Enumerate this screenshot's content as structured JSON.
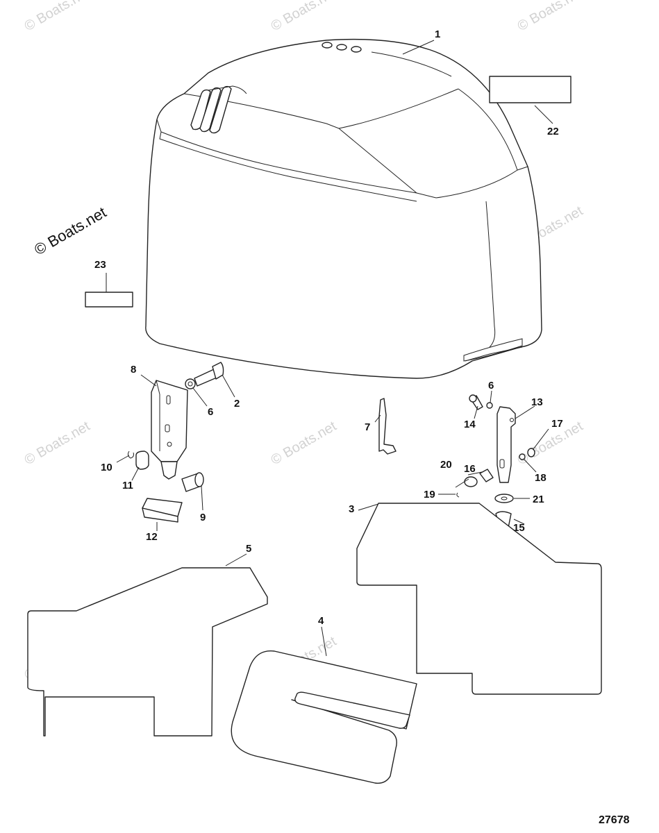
{
  "watermarks": {
    "faint": "© Boats.net",
    "bold": "© Boats.net"
  },
  "figure_number": "27678",
  "callouts": [
    "1",
    "2",
    "3",
    "4",
    "5",
    "6",
    "6",
    "7",
    "8",
    "9",
    "10",
    "11",
    "12",
    "13",
    "14",
    "15",
    "16",
    "17",
    "18",
    "19",
    "20",
    "21",
    "22",
    "23"
  ]
}
